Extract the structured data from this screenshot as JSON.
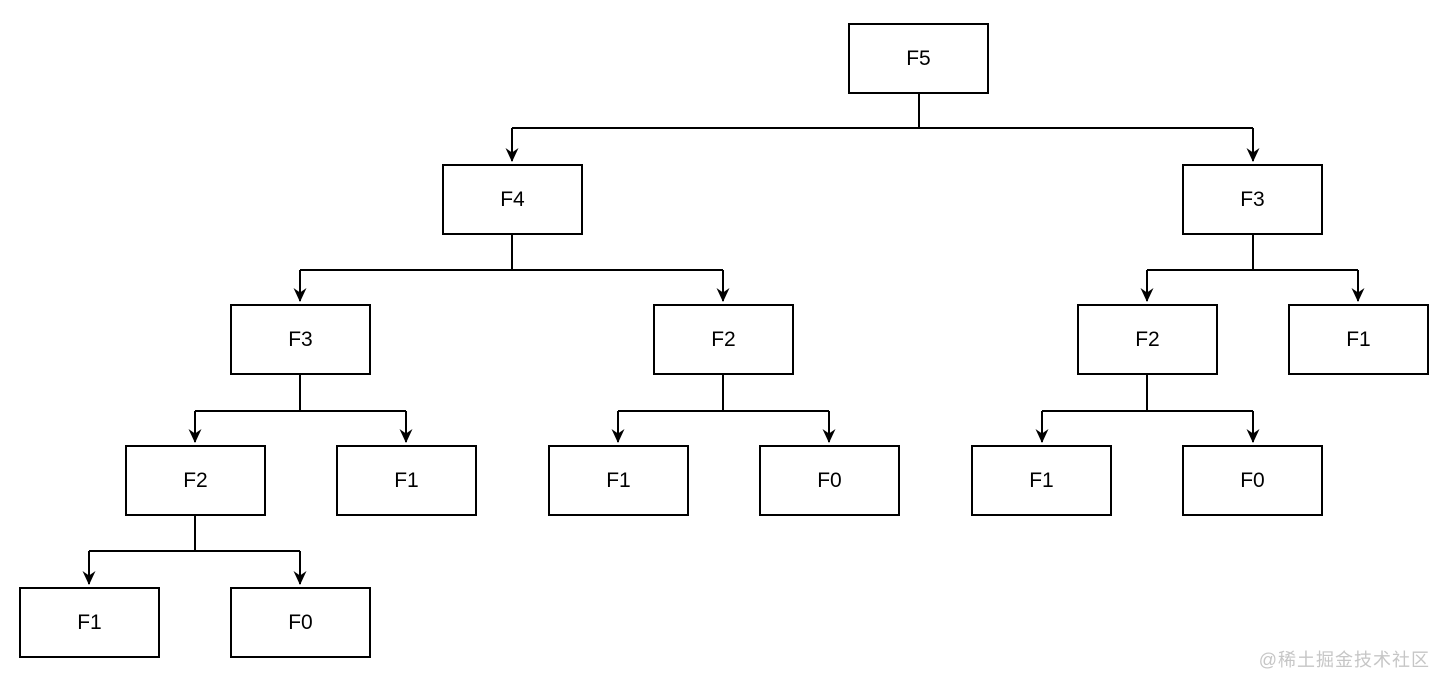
{
  "diagram": {
    "type": "tree",
    "description": "Fibonacci recursion call tree",
    "nodes": [
      {
        "id": 0,
        "label": "F5"
      },
      {
        "id": 1,
        "label": "F4"
      },
      {
        "id": 2,
        "label": "F3"
      },
      {
        "id": 3,
        "label": "F3"
      },
      {
        "id": 4,
        "label": "F2"
      },
      {
        "id": 5,
        "label": "F2"
      },
      {
        "id": 6,
        "label": "F1"
      },
      {
        "id": 7,
        "label": "F2"
      },
      {
        "id": 8,
        "label": "F1"
      },
      {
        "id": 9,
        "label": "F1"
      },
      {
        "id": 10,
        "label": "F0"
      },
      {
        "id": 11,
        "label": "F1"
      },
      {
        "id": 12,
        "label": "F0"
      },
      {
        "id": 13,
        "label": "F1"
      },
      {
        "id": 14,
        "label": "F0"
      }
    ],
    "edges": [
      [
        0,
        1
      ],
      [
        0,
        2
      ],
      [
        1,
        3
      ],
      [
        1,
        4
      ],
      [
        2,
        5
      ],
      [
        2,
        6
      ],
      [
        3,
        7
      ],
      [
        3,
        8
      ],
      [
        4,
        9
      ],
      [
        4,
        10
      ],
      [
        5,
        11
      ],
      [
        5,
        12
      ],
      [
        7,
        13
      ],
      [
        7,
        14
      ]
    ],
    "colors": {
      "node_fill": "#ffffff",
      "node_border": "#000000",
      "connector": "#000000",
      "text": "#000000"
    }
  },
  "watermark": {
    "text": "@稀土掘金技术社区",
    "color": "#c6c6c6"
  }
}
